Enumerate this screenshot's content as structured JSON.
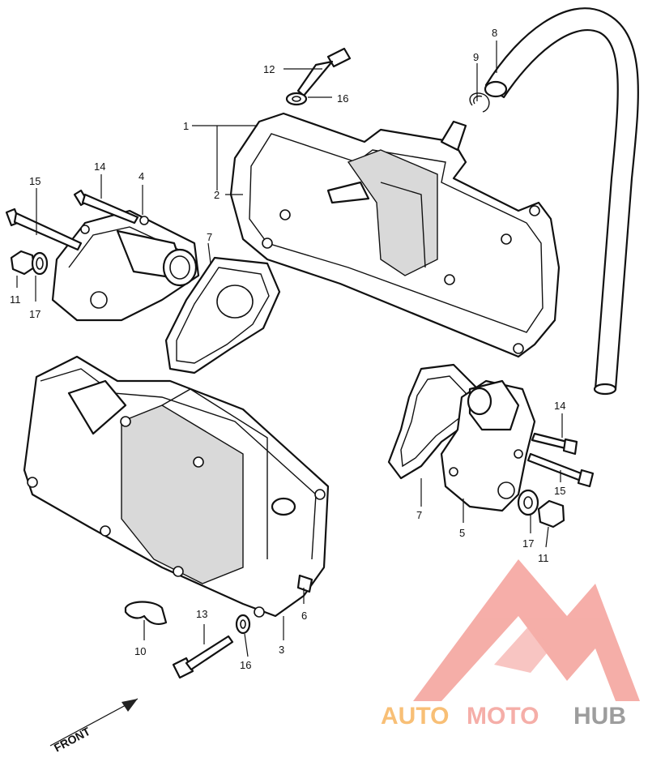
{
  "labels": {
    "l1": "1",
    "l2": "2",
    "l3": "3",
    "l4": "4",
    "l5": "5",
    "l6": "6",
    "l7a": "7",
    "l7b": "7",
    "l8": "8",
    "l9": "9",
    "l10": "10",
    "l11a": "11",
    "l11b": "11",
    "l12": "12",
    "l13": "13",
    "l14a": "14",
    "l14b": "14",
    "l15a": "15",
    "l15b": "15",
    "l16a": "16",
    "l16b": "16",
    "l17a": "17",
    "l17b": "17"
  },
  "front_label": "FRONT",
  "watermark": {
    "part1": "AUTO",
    "part2": "MOTO",
    "part3": "HUB",
    "color_primary": "#f4a09a",
    "color_accent": "#f7b55f",
    "color_gray": "#8c8c8c"
  }
}
